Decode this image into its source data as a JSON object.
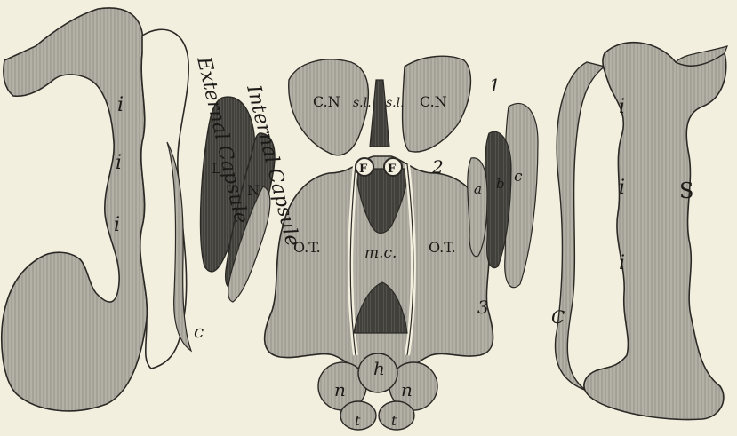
{
  "labels": {
    "left_i_1": "i",
    "left_i_2": "i",
    "left_i_3": "i",
    "right_i_1": "i",
    "right_i_2": "i",
    "right_i_3": "i",
    "S": "S",
    "external_capsule": "External Capsule",
    "internal_capsule": "Internal Capsule",
    "L": "L",
    "N": "N",
    "CN_left": "C.N",
    "CN_right": "C.N",
    "sl_left": "s.l.",
    "sl_right": "s.l.",
    "F_left": "F",
    "F_right": "F",
    "OT_left": "O.T.",
    "OT_right": "O.T.",
    "mc": "m.c.",
    "h": "h",
    "n_left": "n",
    "n_right": "n",
    "t_left": "t",
    "t_right": "t",
    "c_left": "c",
    "c_right": "C",
    "num_1": "1",
    "num_2": "2",
    "num_3": "3",
    "a": "a",
    "b": "b",
    "c_small": "c"
  },
  "colors": {
    "paper": "#f3efdf",
    "gray": "#a9a69d",
    "gray_light": "#c2bfb5",
    "dark": "#3b3a36",
    "ink": "#1c1a16"
  }
}
